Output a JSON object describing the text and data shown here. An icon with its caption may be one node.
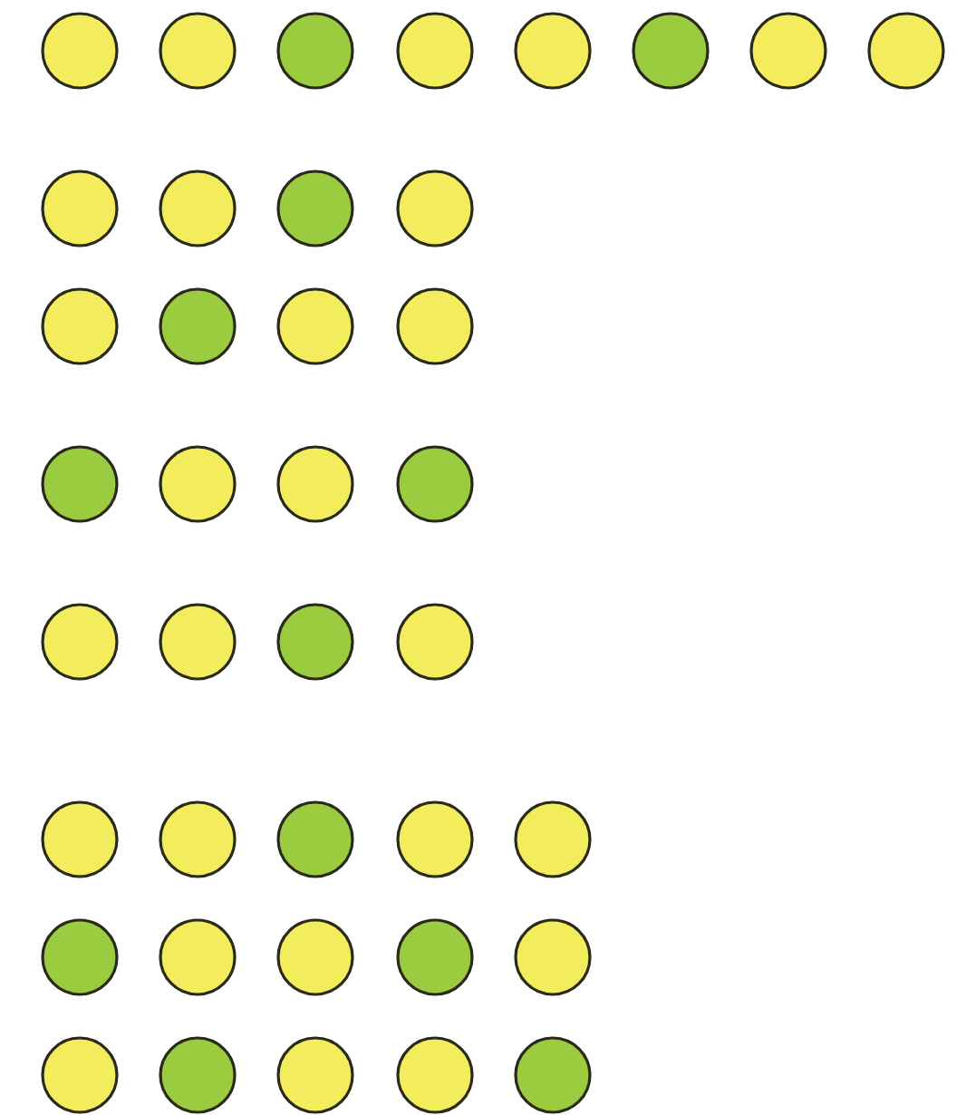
{
  "diagram": {
    "nodes": [
      {
        "text": [],
        "shape": "circle"
      },
      {
        "text": [],
        "shape": "circle"
      },
      {
        "text": [],
        "shape": "circle"
      },
      {
        "text": [],
        "shape": "circle"
      },
      {
        "text": [],
        "shape": "circle"
      },
      {
        "text": [],
        "shape": "circle"
      },
      {
        "text": [],
        "shape": "circle"
      },
      {
        "text": [],
        "shape": "circle"
      },
      {
        "text": [],
        "shape": "circle"
      },
      {
        "text": [],
        "shape": "circle"
      },
      {
        "text": [],
        "shape": "circle"
      },
      {
        "text": [],
        "shape": "circle"
      },
      {
        "text": [],
        "shape": "circle"
      },
      {
        "text": [],
        "shape": "circle"
      },
      {
        "text": [],
        "shape": "circle"
      },
      {
        "text": [],
        "shape": "circle"
      },
      {
        "text": [],
        "shape": "circle"
      },
      {
        "text": [],
        "shape": "circle"
      },
      {
        "text": [],
        "shape": "circle"
      },
      {
        "text": [],
        "shape": "circle"
      },
      {
        "text": [],
        "shape": "circle"
      },
      {
        "text": [],
        "shape": "circle"
      },
      {
        "text": [],
        "shape": "circle"
      },
      {
        "text": [],
        "shape": "circle"
      },
      {
        "text": [],
        "shape": "circle"
      },
      {
        "text": [],
        "shape": "circle"
      },
      {
        "text": [],
        "shape": "circle"
      },
      {
        "text": [],
        "shape": "circle"
      },
      {
        "text": [],
        "shape": "circle"
      },
      {
        "text": [],
        "shape": "circle"
      },
      {
        "text": [],
        "shape": "circle"
      },
      {
        "text": [],
        "shape": "circle"
      },
      {
        "text": [],
        "shape": "circle"
      },
      {
        "text": [],
        "shape": "circle"
      },
      {
        "text": [],
        "shape": "circle"
      },
      {
        "text": [],
        "shape": "circle"
      },
      {
        "text": [],
        "shape": "circle"
      },
      {
        "text": [],
        "shape": "circle"
      },
      {
        "text": [],
        "shape": "circle"
      }
    ]
  }
}
